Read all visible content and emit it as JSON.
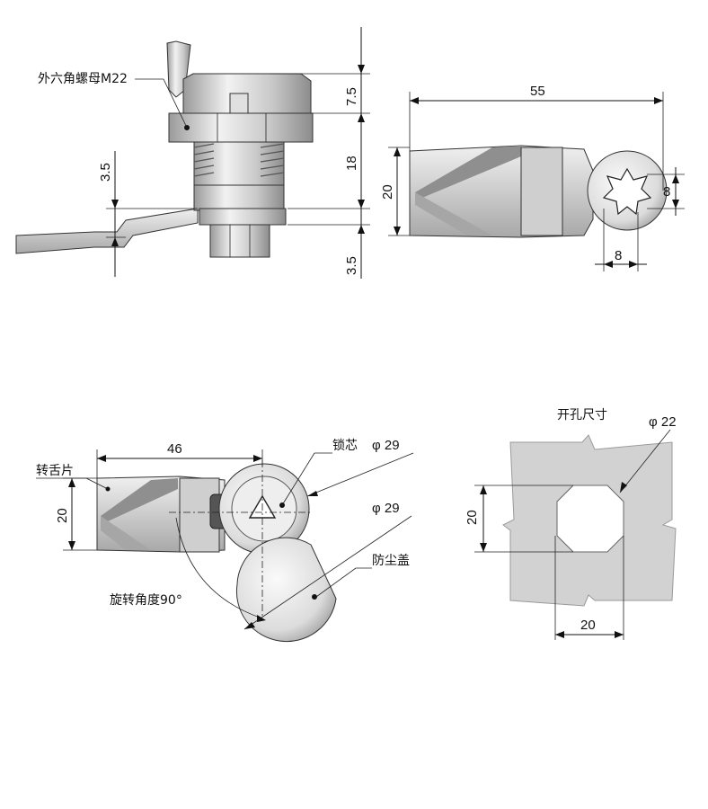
{
  "labels": {
    "hex_nut": "外六角螺母M22",
    "tongue": "转舌片",
    "lock_core": "锁芯",
    "dust_cover": "防尘盖",
    "rotation": "旋转角度90°",
    "cutout": "开孔尺寸"
  },
  "dims": {
    "d_7_5": "7.5",
    "d_18": "18",
    "d_3_5_right": "3.5",
    "d_3_5_left": "3.5",
    "d_55": "55",
    "d_20_cam": "20",
    "d_8_v": "8",
    "d_8_h": "8",
    "d_46": "46",
    "d_20_front": "20",
    "d_phi29_a": "φ 29",
    "d_phi29_b": "φ 29",
    "d_phi22": "φ 22",
    "d_20_cut_v": "20",
    "d_20_cut_h": "20"
  },
  "colors": {
    "metal_light": "#e6e6e6",
    "metal_mid": "#bdbdbd",
    "metal_dark": "#8a8a8a",
    "panel": "#d2d2d2"
  }
}
